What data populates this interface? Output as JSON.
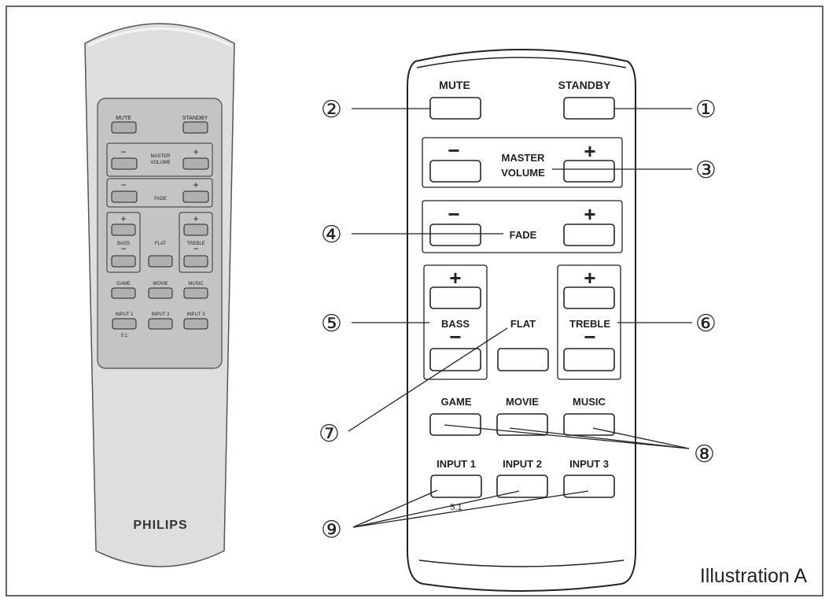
{
  "illustration_label": "Illustration A",
  "small_remote": {
    "brand": "PHILIPS",
    "labels": {
      "mute": "MUTE",
      "standby": "STANDBY",
      "master_volume_line1": "MASTER",
      "master_volume_line2": "VOLUME",
      "fade": "FADE",
      "bass": "BASS",
      "flat": "FLAT",
      "treble": "TREBLE",
      "game": "GAME",
      "movie": "MOVIE",
      "music": "MUSIC",
      "input1": "INPUT 1",
      "input2": "INPUT 2",
      "input3": "INPUT 3",
      "sub51": "5.1",
      "plus": "+",
      "minus": "−"
    }
  },
  "large_remote": {
    "labels": {
      "mute": "MUTE",
      "standby": "STANDBY",
      "master_volume_line1": "MASTER",
      "master_volume_line2": "VOLUME",
      "fade": "FADE",
      "bass": "BASS",
      "flat": "FLAT",
      "treble": "TREBLE",
      "game": "GAME",
      "movie": "MOVIE",
      "music": "MUSIC",
      "input1": "INPUT 1",
      "input2": "INPUT 2",
      "input3": "INPUT 3",
      "sub51": "5.1",
      "plus": "+",
      "minus": "−"
    }
  },
  "callouts": {
    "c1": "①",
    "c2": "②",
    "c3": "③",
    "c4": "④",
    "c5": "⑤",
    "c6": "⑥",
    "c7": "⑦",
    "c8": "⑧",
    "c9": "⑨"
  }
}
